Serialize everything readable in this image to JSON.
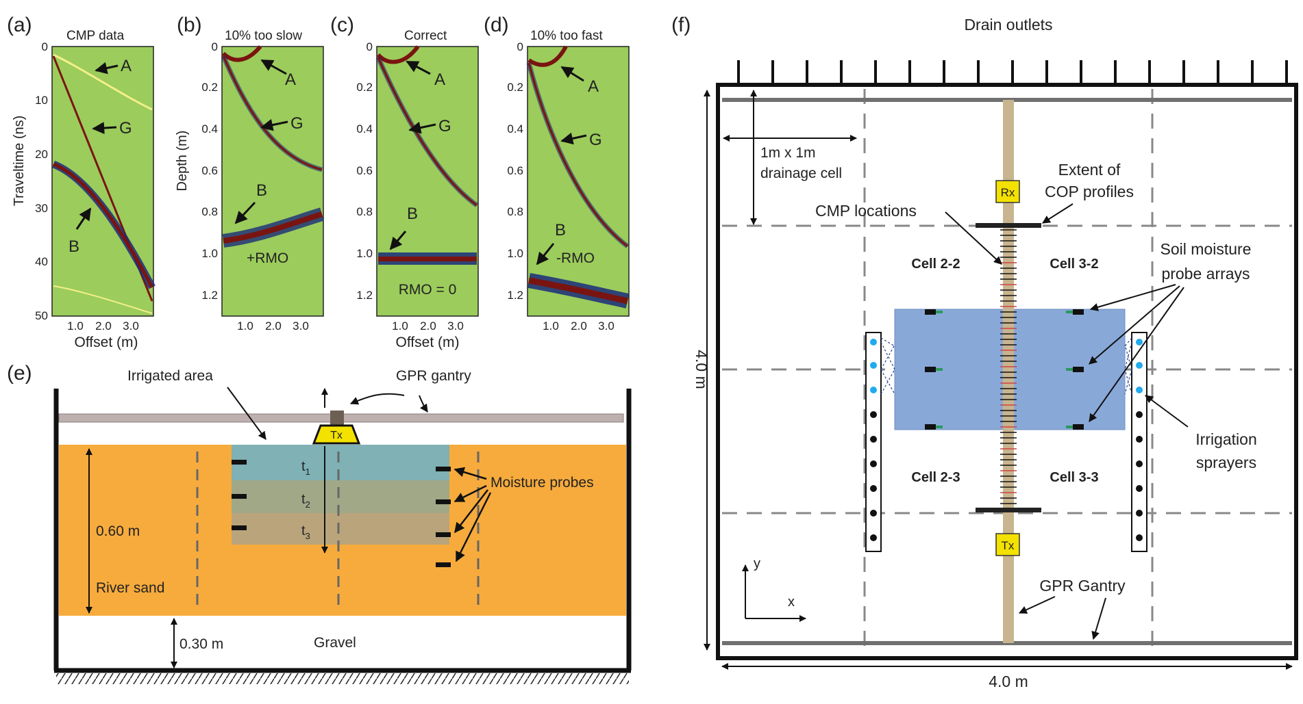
{
  "colors": {
    "panel_bg": "#9ccc5c",
    "sand": "#f7ab3d",
    "irrigated_band1": "#7fb1b5",
    "irrigated_band2": "#a0a888",
    "irrigated_band3": "#b9a47c",
    "gantry_bar": "#bfb0b0",
    "irrigated_blue": "#88a8d8",
    "antenna_yellow": "#f3e100",
    "gantry_pole": "#c8b48e"
  },
  "panels": {
    "a": {
      "letter": "(a)",
      "title": "CMP data",
      "yaxis_label": "Traveltime (ns)",
      "y_ticks": [
        "0",
        "10",
        "20",
        "30",
        "40",
        "50"
      ],
      "x_ticks": [
        "1.0",
        "2.0",
        "3.0"
      ],
      "xlabel": "Offset (m)",
      "arrows": [
        "A",
        "G",
        "B"
      ]
    },
    "b": {
      "letter": "(b)",
      "title": "10% too slow",
      "yaxis_label": "Depth (m)",
      "y_ticks": [
        "0",
        "0.2",
        "0.4",
        "0.6",
        "0.8",
        "1.0",
        "1.2"
      ],
      "x_ticks": [
        "1.0",
        "2.0",
        "3.0"
      ],
      "arrows": [
        "A",
        "G",
        "B"
      ],
      "note": "+RMO"
    },
    "c": {
      "letter": "(c)",
      "title": "Correct",
      "y_ticks": [
        "0",
        "0.2",
        "0.4",
        "0.6",
        "0.8",
        "1.0",
        "1.2"
      ],
      "x_ticks": [
        "1.0",
        "2.0",
        "3.0"
      ],
      "xlabel": "Offset (m)",
      "arrows": [
        "A",
        "G",
        "B"
      ],
      "note": "RMO = 0"
    },
    "d": {
      "letter": "(d)",
      "title": "10% too fast",
      "y_ticks": [
        "0",
        "0.2",
        "0.4",
        "0.6",
        "0.8",
        "1.0",
        "1.2"
      ],
      "x_ticks": [
        "1.0",
        "2.0",
        "3.0"
      ],
      "arrows": [
        "A",
        "G",
        "B"
      ],
      "note": "-RMO"
    }
  },
  "panel_e": {
    "letter": "(e)",
    "irrigated_area": "Irrigated area",
    "gpr_gantry": "GPR gantry",
    "tx": "Tx",
    "t1": "t",
    "t1_sub": "1",
    "t2": "t",
    "t2_sub": "2",
    "t3": "t",
    "t3_sub": "3",
    "moisture_probes": "Moisture probes",
    "depth_label": "0.60 m",
    "river_sand": "River sand",
    "gravel": "Gravel",
    "gravel_depth": "0.30 m"
  },
  "panel_f": {
    "letter": "(f)",
    "drain_outlets": "Drain outlets",
    "cell_size_line1": "1m x 1m",
    "cell_size_line2": "drainage cell",
    "extent_line1": "Extent of",
    "extent_line2": "COP profiles",
    "cmp_locations": "CMP locations",
    "rx": "Rx",
    "tx": "Tx",
    "cell_22": "Cell 2-2",
    "cell_32": "Cell 3-2",
    "cell_23": "Cell 2-3",
    "cell_33": "Cell 3-3",
    "soil_line1": "Soil moisture",
    "soil_line2": "probe arrays",
    "irr_line1": "Irrigation",
    "irr_line2": "sprayers",
    "height": "4.0 m",
    "width": "4.0 m",
    "gpr_gantry": "GPR Gantry",
    "axis_y": "y",
    "axis_x": "x"
  }
}
